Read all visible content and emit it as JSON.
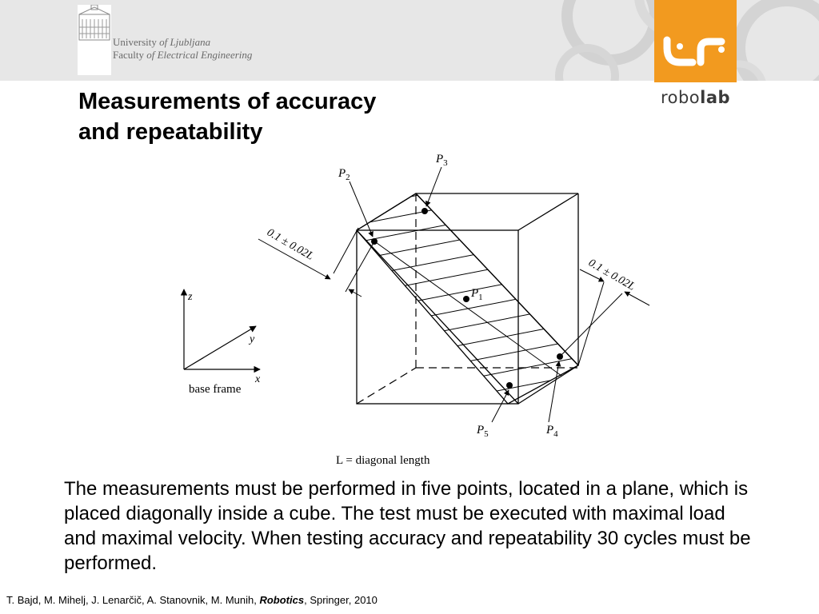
{
  "header": {
    "university_line1_a": "University",
    "university_line1_b": " of Ljubljana",
    "university_line2_a": "Faculty",
    "university_line2_b": " of Electrical Engineering",
    "lab_logo_a": "robo",
    "lab_logo_b": "lab",
    "colors": {
      "band": "#e7e7e7",
      "accent": "#f29a1f"
    }
  },
  "slide": {
    "title_line1": "Measurements of accuracy",
    "title_line2": "and repeatability"
  },
  "diagram": {
    "points": [
      {
        "letter": "P",
        "sub": "1"
      },
      {
        "letter": "P",
        "sub": "2"
      },
      {
        "letter": "P",
        "sub": "3"
      },
      {
        "letter": "P",
        "sub": "4"
      },
      {
        "letter": "P",
        "sub": "5"
      }
    ],
    "tolerance_left": "0.1 ± 0.02L",
    "tolerance_right": "0.1 ± 0.02L",
    "axes": {
      "z": "z",
      "y": "y",
      "x": "x"
    },
    "base_frame_label": "base frame",
    "diagonal_caption": "L = diagonal length"
  },
  "body": {
    "text": "The measurements must be performed in five points, located in a plane, which is placed diagonally inside a cube. The test must be executed with maximal load and maximal velocity. When testing accuracy and repeatability 30 cycles must be performed."
  },
  "citation": {
    "prefix": "T. Bajd, M. Mihelj, J. Lenarčič, A. Stanovnik, M. Munih, ",
    "book": "Robotics",
    "suffix": ", Springer, 2010"
  }
}
